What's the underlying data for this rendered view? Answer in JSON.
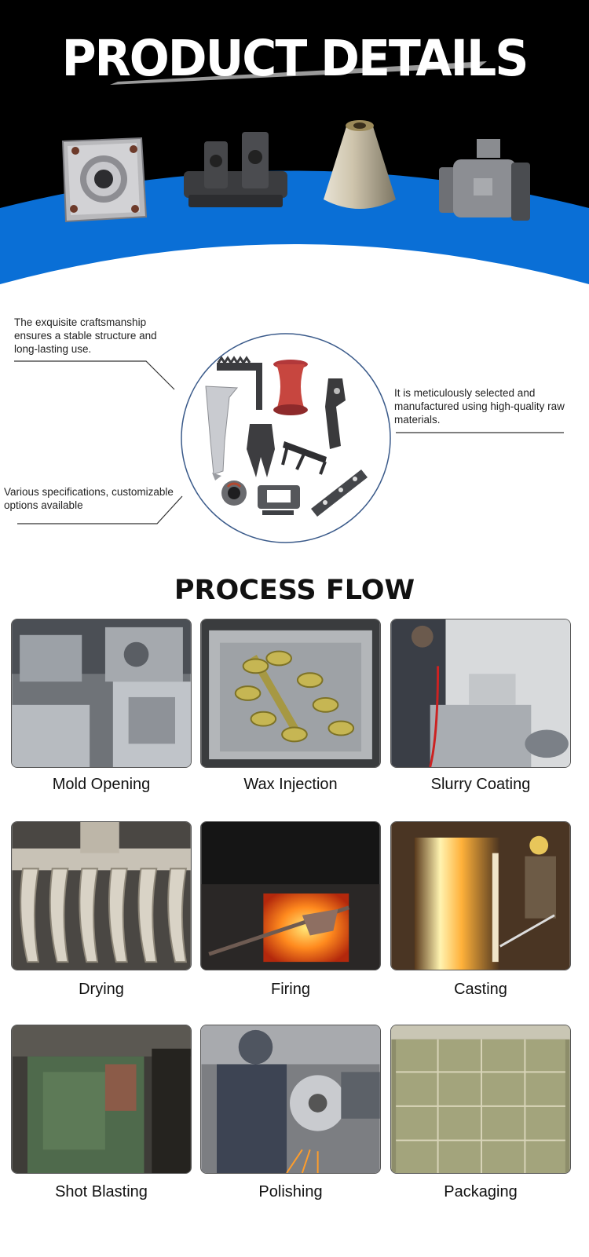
{
  "hero": {
    "title": "PRODUCT DETAILS",
    "parts": [
      "flange-bearing-part",
      "bracket-casting-part",
      "cone-nozzle-part",
      "valve-body-part"
    ],
    "colors": {
      "background": "#000000",
      "accent": "#0a6fd6"
    }
  },
  "features": {
    "callouts": [
      {
        "text": "The exquisite craftsmanship ensures a stable structure and long-lasting use."
      },
      {
        "text": "It is meticulously selected and manufactured using high-quality raw materials."
      },
      {
        "text": "Various specifications, customizable options available"
      }
    ],
    "circle_border_color": "#3a5a8a"
  },
  "process": {
    "title": "PROCESS FLOW",
    "steps": [
      {
        "label": "Mold Opening",
        "image": "mold-opening-photo"
      },
      {
        "label": "Wax Injection",
        "image": "wax-injection-photo"
      },
      {
        "label": "Slurry Coating",
        "image": "slurry-coating-photo"
      },
      {
        "label": "Drying",
        "image": "drying-photo"
      },
      {
        "label": "Firing",
        "image": "firing-photo"
      },
      {
        "label": "Casting",
        "image": "casting-photo"
      },
      {
        "label": "Shot Blasting",
        "image": "shot-blasting-photo"
      },
      {
        "label": "Polishing",
        "image": "polishing-photo"
      },
      {
        "label": "Packaging",
        "image": "packaging-photo"
      }
    ]
  }
}
